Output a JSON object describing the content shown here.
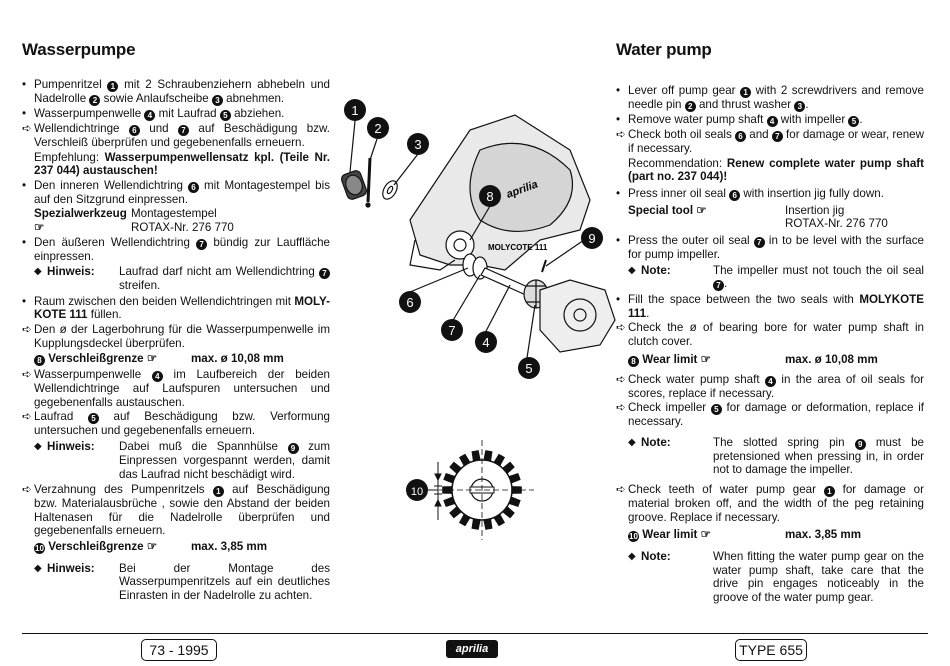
{
  "de": {
    "title": "Wasserpumpe",
    "i1": [
      "Pumpenritzel ",
      " mit 2 Schraubenziehern abhebeln und Nadelrolle ",
      " sowie Anlaufscheibe ",
      " abnehmen."
    ],
    "i2": [
      "Wasserpumpenwelle ",
      " mit Laufrad ",
      " abziehen."
    ],
    "i3": [
      "Wellendichtringe ",
      " und ",
      " auf Beschädigung bzw. Verschleiß überprüfen und gegebenenfalls erneuern."
    ],
    "i3_rec": "Empfehlung: ",
    "i3_rec_b": "Wasserpumpenwellensatz kpl. (Teile Nr. 237 044) austauschen!",
    "i4": [
      "Den inneren Wellendichtring ",
      " mit Montagestempel bis auf den Sitzgrund einpressen."
    ],
    "tool_label": "Spezialwerkzeug ☞",
    "tool_val": "Montagestempel",
    "tool_val2": "ROTAX-Nr. 276 770",
    "i5": [
      "Den äußeren Wellendichtring ",
      " bündig zur Lauffläche einpressen."
    ],
    "n1_label": "Hinweis:",
    "n1_txt": [
      "Laufrad darf nicht am Wellendichtring ",
      " streifen."
    ],
    "i6": "Raum zwischen den beiden Wellendichtringen mit ",
    "i6_b": "MOLY-KOTE 111",
    "i6_end": " füllen.",
    "i7": "Den ø der Lagerbohrung für die Wasserpumpenwelle im Kupplungsdeckel überprüfen.",
    "w1_label": " Verschleißgrenze ☞",
    "w1_val": "max. ø 10,08 mm",
    "i8": [
      "Wasserpumpenwelle ",
      " im Laufbereich der beiden Wellendichtringe auf Laufspuren untersuchen und gegebenenfalls austauschen."
    ],
    "i9": [
      "Laufrad ",
      " auf Beschädigung bzw. Verformung untersuchen und gegebenenfalls erneuern."
    ],
    "n2_label": "Hinweis:",
    "n2_txt": [
      "Dabei muß die Spannhülse ",
      " zum Einpressen vorgespannt werden, damit das Laufrad nicht beschädigt wird."
    ],
    "i10": [
      "Verzahnung des Pumpenritzels ",
      " auf Beschädigung bzw. Materialausbrüche , sowie den Abstand der beiden Haltenasen für die Nadelrolle überprüfen und gegebenenfalls erneuern."
    ],
    "w2_label": " Verschleißgrenze ☞",
    "w2_val": "max. 3,85 mm",
    "n3_label": "Hinweis:",
    "n3_txt": "Bei der Montage des Wasserpumpenritzels auf ein deutliches Einrasten in der Nadelrolle zu achten."
  },
  "en": {
    "title": "Water pump",
    "i1": [
      "Lever off pump gear ",
      " with 2 screwdrivers and remove needle pin ",
      " and thrust washer ",
      "."
    ],
    "i2": [
      "Remove water pump shaft ",
      " with impeller ",
      "."
    ],
    "i3": [
      "Check both oil seals ",
      " and ",
      " for damage or wear, renew if necessary."
    ],
    "i3_rec": "Recommendation: ",
    "i3_rec_b": "Renew complete water pump shaft (part no. 237 044)!",
    "i4": [
      "Press inner oil seal ",
      " with insertion jig fully down."
    ],
    "tool_label": "Special tool ☞",
    "tool_val": "Insertion jig",
    "tool_val2": "ROTAX-Nr. 276 770",
    "i5": [
      "Press the outer oil seal ",
      " in to be level with the surface for pump impeller."
    ],
    "n1_label": "Note:",
    "n1_txt": [
      "The impeller must not touch the oil seal ",
      "."
    ],
    "i6": "Fill the space between the two seals with ",
    "i6_b": "MOLYKOTE 111",
    "i6_end": ".",
    "i7": "Check the ø of bearing bore for water pump shaft in clutch cover.",
    "w1_label": " Wear limit ☞",
    "w1_val": "max. ø 10,08 mm",
    "i8": [
      "Check water pump shaft ",
      " in the area of oil seals for scores, replace if necessary."
    ],
    "i9": [
      "Check impeller ",
      " for damage or deformation, replace if necessary."
    ],
    "n2_label": "Note:",
    "n2_txt": [
      "The slotted spring pin ",
      " must be pretensioned when pressing in, in order not to damage the impeller."
    ],
    "i10": [
      "Check teeth of water pump gear ",
      " for damage or material broken off, and the width of the peg retaining groove. Replace if necessary."
    ],
    "w2_label": " Wear limit ☞",
    "w2_val": "max. 3,85 mm",
    "n3_label": "Note:",
    "n3_txt": "When fitting the water pump gear on the water pump shaft, take care that the drive pin engages noticeably in the groove of the water pump gear."
  },
  "nums": {
    "n1": "1",
    "n2": "2",
    "n3": "3",
    "n4": "4",
    "n5": "5",
    "n6": "6",
    "n7": "7",
    "n8": "8",
    "n9": "9",
    "n10": "10"
  },
  "figure": {
    "molykote": "MOLYCOTE 111",
    "brand": "aprilia",
    "callouts": [
      "1",
      "2",
      "3",
      "4",
      "5",
      "6",
      "7",
      "8",
      "9",
      "10"
    ]
  },
  "footer": {
    "page": "73 - 1995",
    "logo": "aprilia",
    "type": "TYPE 655"
  }
}
